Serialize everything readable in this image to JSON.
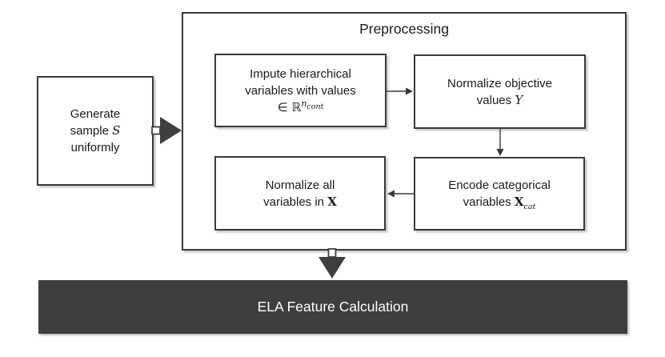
{
  "diagram": {
    "generate_box": {
      "line1": "Generate",
      "line2_prefix": "sample ",
      "line2_math": "S",
      "line3": "uniformly"
    },
    "preprocessing": {
      "title": "Preprocessing",
      "impute_box": {
        "line1": "Impute hierarchical",
        "line2": "variables with values",
        "math_in": "∈ ",
        "math_reals": "ℝ",
        "math_sup": "n",
        "math_sub": "cont"
      },
      "normalize_objective_box": {
        "line1": "Normalize objective",
        "line2_prefix": "values ",
        "line2_math": "Y"
      },
      "normalize_all_box": {
        "line1": "Normalize all",
        "line2_prefix": "variables in ",
        "line2_math": "X"
      },
      "encode_categorical_box": {
        "line1": "Encode categorical",
        "line2_prefix": "variables ",
        "line2_math": "X",
        "line2_sub": "cat"
      }
    },
    "ela_bar": {
      "label": "ELA Feature Calculation"
    },
    "colors": {
      "box_border": "#3a3a3a",
      "arrow_fill": "#3f3f3f",
      "bar_fill": "#3e3e3e",
      "bar_text": "#ffffff",
      "box_fill": "#ffffff"
    }
  }
}
